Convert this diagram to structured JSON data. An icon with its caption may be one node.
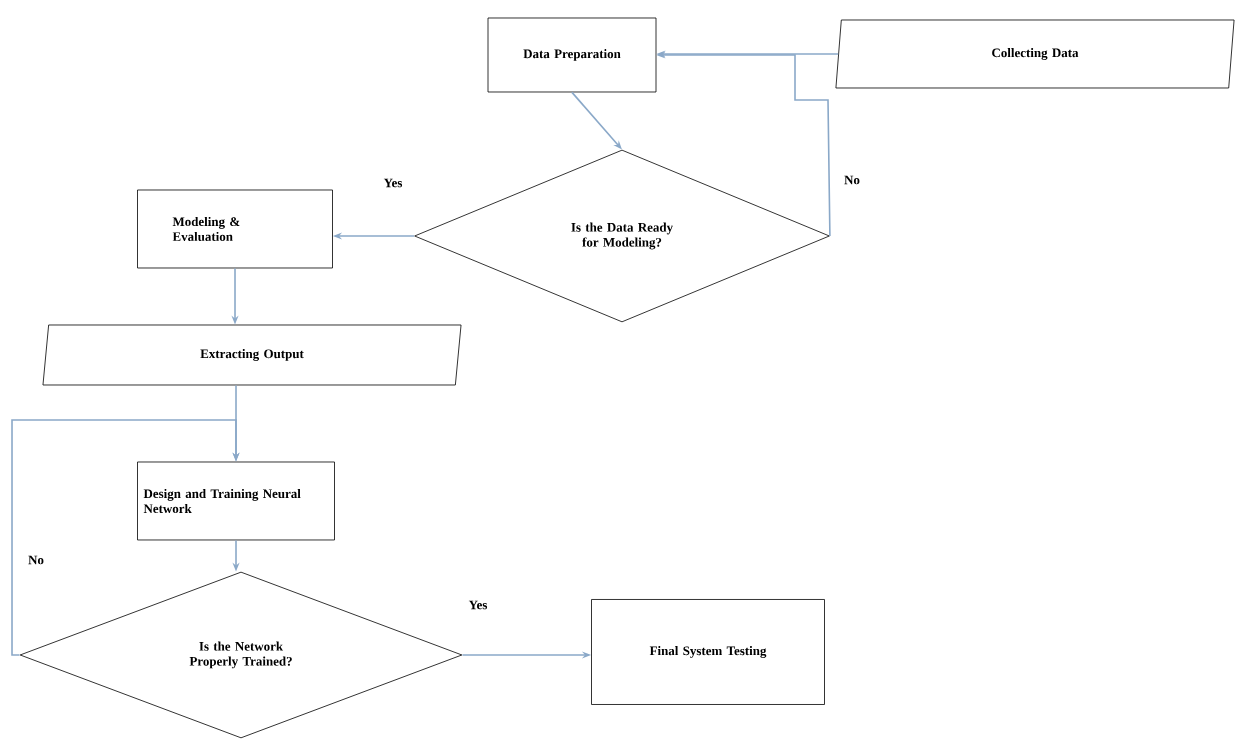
{
  "diagram": {
    "nodes": [
      {
        "text": [
          "Data Preparation"
        ]
      },
      {
        "text": [
          "Collecting Data"
        ]
      },
      {
        "text": [
          "Is the Data Ready for Modeling?"
        ]
      },
      {
        "text": [
          "Modeling & Evaluation"
        ]
      },
      {
        "text": [
          "Extracting Output"
        ]
      },
      {
        "text": [
          "Design and Training Neural Network"
        ]
      },
      {
        "text": [
          "Is the Network Properly Trained?"
        ]
      },
      {
        "text": [
          "Final System Testing"
        ]
      }
    ],
    "edges": [
      {
        "from": 1,
        "to": 0,
        "arrow": "to"
      },
      {
        "from": 0,
        "to": 2,
        "arrow": "to"
      },
      {
        "from": 2,
        "to": 0,
        "arrow": "to",
        "label": "No"
      },
      {
        "from": 2,
        "to": 3,
        "arrow": "to",
        "label": "Yes"
      },
      {
        "from": 3,
        "to": 4,
        "arrow": "to"
      },
      {
        "from": 4,
        "to": 5,
        "arrow": "to"
      },
      {
        "from": 5,
        "to": 6,
        "arrow": "to"
      },
      {
        "from": 6,
        "to": 5,
        "arrow": "to",
        "label": "No"
      },
      {
        "from": 6,
        "to": 7,
        "arrow": "to",
        "label": "Yes"
      }
    ]
  }
}
